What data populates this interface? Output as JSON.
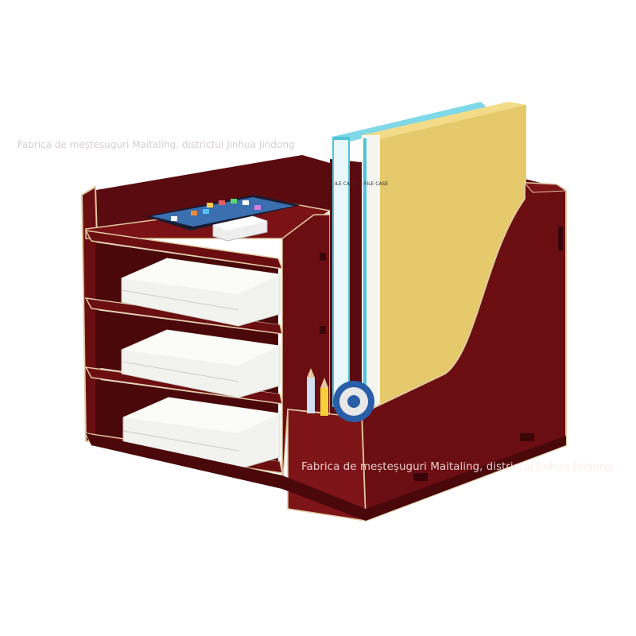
{
  "watermarks": {
    "top": "Fabrica de meșteșuguri Maitaling, districtul Jinhua Jindong",
    "bottom": "Fabrica de meșteșuguri Maitaling, districtul Jinhua Jindong"
  },
  "binder_spine_label": "FILE CASE",
  "colors": {
    "wood": "#6b0e12",
    "wood_dark": "#4a080b",
    "wood_light": "#7d1418",
    "edge": "#e0c9a0",
    "paper": "#f2f2ee",
    "binder_blue": "#4fc3d9",
    "binder_yellow": "#e6c96a"
  }
}
